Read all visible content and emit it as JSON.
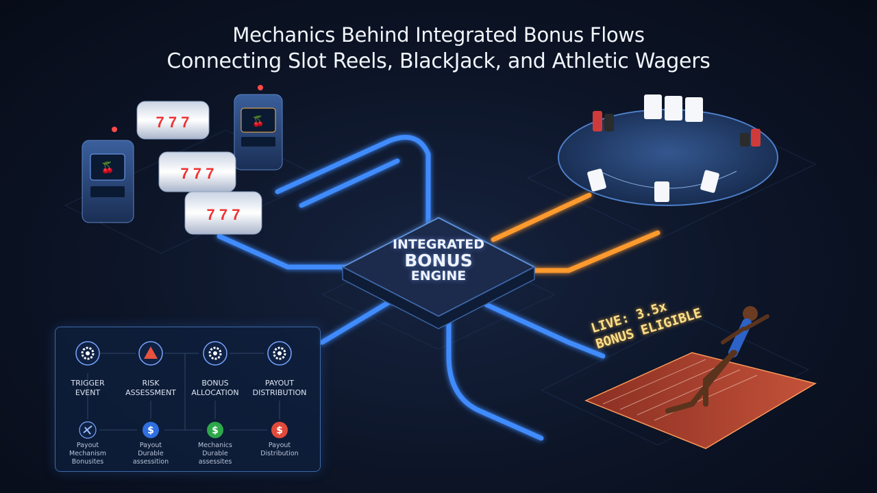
{
  "title": {
    "line1": "Mechanics Behind Integrated Bonus Flows",
    "line2": "Connecting Slot Reels, BlackJack, and Athletic Wagers"
  },
  "engine": {
    "line1": "INTEGRATED",
    "line2": "BONUS",
    "line3": "ENGINE"
  },
  "live_badge": {
    "line1": "LIVE: 3.5x",
    "line2": "BONUS ELIGIBLE"
  },
  "process": {
    "steps": [
      {
        "label_a": "TRIGGER",
        "label_b": "EVENT",
        "icon": "gear-icon"
      },
      {
        "label_a": "RISK",
        "label_b": "ASSESSMENT",
        "icon": "warning-icon"
      },
      {
        "label_a": "BONUS",
        "label_b": "ALLOCATION",
        "icon": "gear-icon"
      },
      {
        "label_a": "PAYOUT",
        "label_b": "DISTRIBUTION",
        "icon": "gear-icon"
      }
    ],
    "substeps": [
      {
        "label_a": "Payout",
        "label_b": "Mechanism",
        "label_c": "Bonusites",
        "icon": "spark-icon"
      },
      {
        "label_a": "Payout",
        "label_b": "Durable",
        "label_c": "assessition",
        "icon": "dollar-icon"
      },
      {
        "label_a": "Mechanics",
        "label_b": "Durable",
        "label_c": "assessites",
        "icon": "dollar-icon"
      },
      {
        "label_a": "Payout",
        "label_b": "Distribution",
        "label_c": "",
        "icon": "dollar-icon"
      }
    ]
  },
  "colors": {
    "accent_blue": "#3f8cff",
    "accent_orange": "#ff9a2e",
    "panel_border": "#3c6aa8",
    "dollar_blue": "#2f6fe0",
    "dollar_green": "#2ea84a",
    "dollar_red": "#e04a3a"
  }
}
